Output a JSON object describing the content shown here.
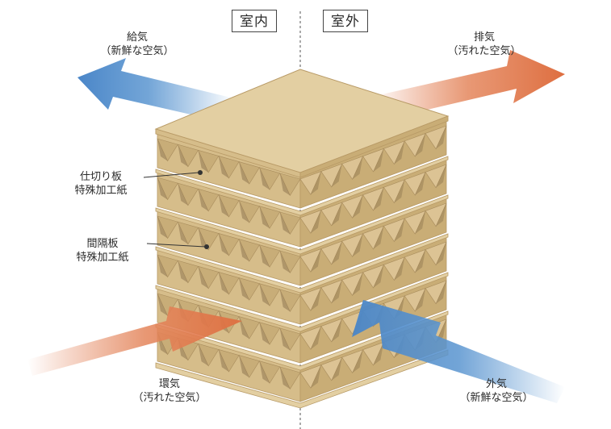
{
  "header": {
    "indoor": "室内",
    "outdoor": "室外"
  },
  "labels": {
    "supply": {
      "title": "給気",
      "sub": "（新鮮な空気）"
    },
    "exhaust": {
      "title": "排気",
      "sub": "（汚れた空気）"
    },
    "return": {
      "title": "環気",
      "sub": "（汚れた空気）"
    },
    "outside": {
      "title": "外気",
      "sub": "（新鮮な空気）"
    },
    "partition": {
      "line1": "仕切り板",
      "line2": "特殊加工紙"
    },
    "spacer": {
      "line1": "間隔板",
      "line2": "特殊加工紙"
    }
  },
  "colors": {
    "fresh_air": "#4f8fce",
    "stale_air": "#e0764a",
    "paper": "#e3cfa2",
    "paper_side_light": "#d6bd8a",
    "paper_side_dark": "#c9ad76"
  }
}
